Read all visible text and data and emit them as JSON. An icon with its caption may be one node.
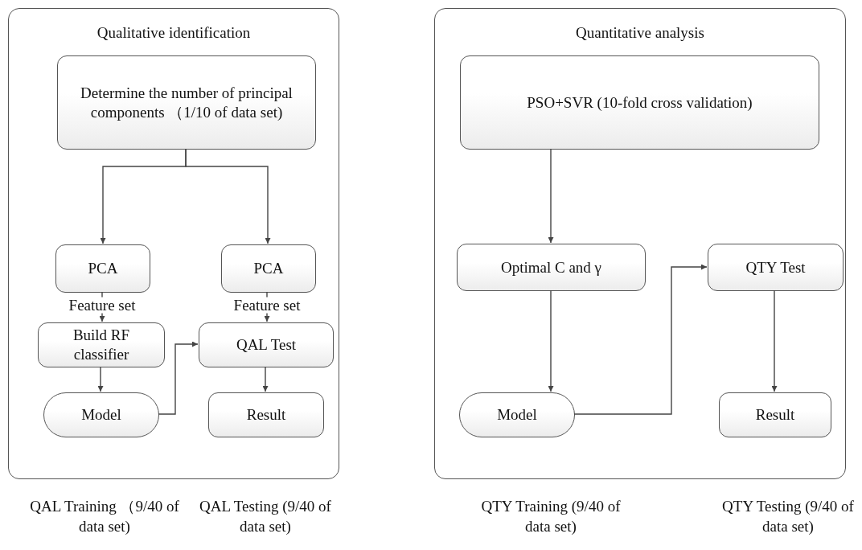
{
  "diagram": {
    "nodes": [
      {
        "text": [
          "Qualitative identification"
        ]
      },
      {
        "text": [
          "Determine the number of principal components （1/10 of data set)"
        ],
        "in": 0
      },
      {
        "text": [
          "PCA"
        ],
        "in": 0
      },
      {
        "text": [
          "PCA"
        ],
        "in": 0
      },
      {
        "text": [
          "Build RF classifier"
        ],
        "in": 0
      },
      {
        "text": [
          "QAL Test"
        ],
        "in": 0
      },
      {
        "text": [
          "Model"
        ],
        "in": 0
      },
      {
        "text": [
          "Result"
        ],
        "in": 0
      },
      {
        "text": [
          "Quantitative analysis"
        ]
      },
      {
        "text": [
          "PSO+SVR (10-fold cross validation)"
        ],
        "in": 8
      },
      {
        "text": [
          "Optimal C and γ"
        ],
        "in": 8
      },
      {
        "text": [
          "QTY Test"
        ],
        "in": 8
      },
      {
        "text": [
          "Model"
        ],
        "in": 8
      },
      {
        "text": [
          "Result"
        ],
        "in": 8
      }
    ],
    "edges": [
      {
        "from": 1,
        "to": 2,
        "arrow": "to"
      },
      {
        "from": 1,
        "to": 3,
        "arrow": "to"
      },
      {
        "from": 2,
        "to": 4,
        "arrow": "to",
        "label": "Feature set"
      },
      {
        "from": 3,
        "to": 5,
        "arrow": "to",
        "label": "Feature set"
      },
      {
        "from": 4,
        "to": 6,
        "arrow": "to"
      },
      {
        "from": 6,
        "to": 5,
        "arrow": "to"
      },
      {
        "from": 5,
        "to": 7,
        "arrow": "to"
      },
      {
        "from": 9,
        "to": 10,
        "arrow": "to"
      },
      {
        "from": 10,
        "to": 12,
        "arrow": "to"
      },
      {
        "from": 12,
        "to": 11,
        "arrow": "to"
      },
      {
        "from": 11,
        "to": 13,
        "arrow": "to"
      }
    ],
    "labels": [
      "QAL Training （9/40 of data set)",
      "QAL Testing (9/40 of data set)",
      "QTY Training (9/40 of data set)",
      "QTY Testing (9/40 of data set)"
    ]
  }
}
